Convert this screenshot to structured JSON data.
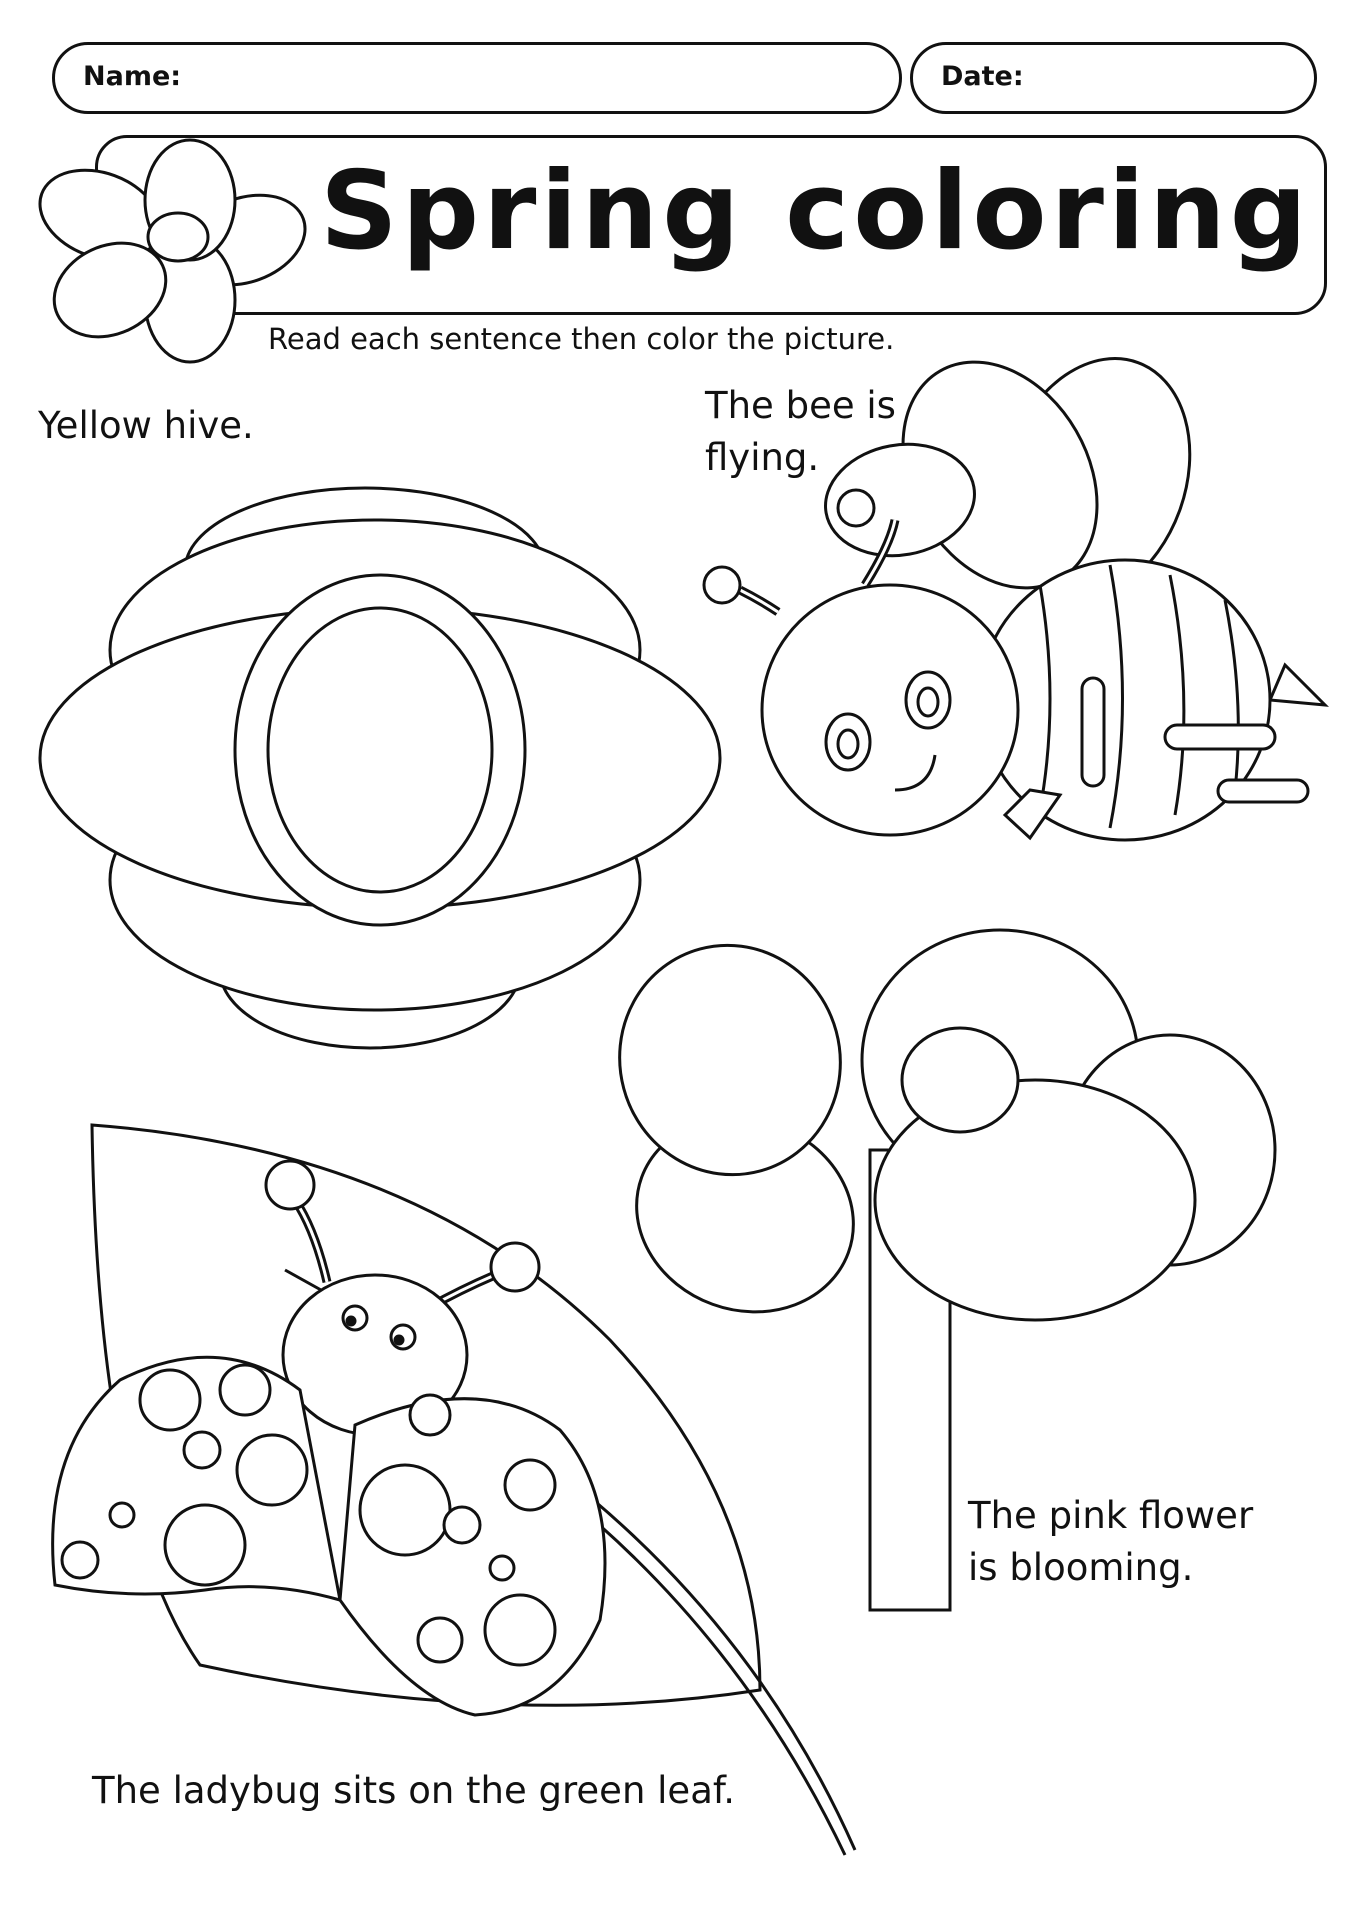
{
  "header": {
    "name_label": "Name:",
    "date_label": "Date:"
  },
  "title": "Spring coloring",
  "instruction": "Read each sentence then color the picture.",
  "captions": {
    "hive": "Yellow hive.",
    "bee_line1": "The bee is",
    "bee_line2": "flying.",
    "flower_line1": "The pink flower",
    "flower_line2": "is blooming.",
    "ladybug": "The ladybug sits on the green leaf."
  },
  "icons": [
    "flower-icon",
    "beehive-icon",
    "bee-icon",
    "flower-icon",
    "leaf-icon",
    "ladybug-icon"
  ],
  "colors": {
    "ink": "#111111",
    "paper": "#ffffff"
  }
}
